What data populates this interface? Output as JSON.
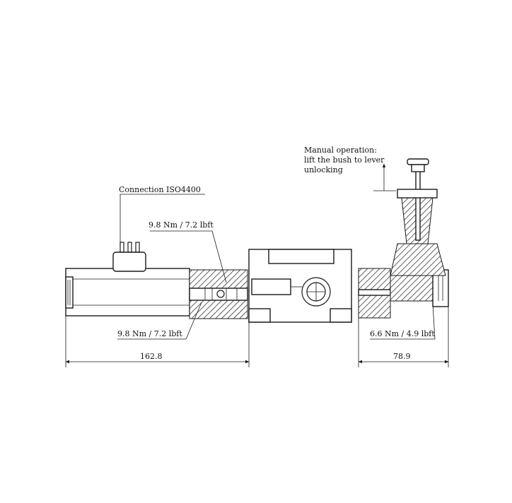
{
  "labels": {
    "connection": "Connection ISO4400",
    "torque_top": "9.8 Nm / 7.2 lbft",
    "torque_bottom": "9.8 Nm / 7.2 lbft",
    "torque_right": "6.6 Nm / 4.9 lbft",
    "manual_line1": "Manual operation:",
    "manual_line2": "lift the bush to lever",
    "manual_line3": "unlocking"
  },
  "dimensions": {
    "left_length": "162.8",
    "right_length": "78.9"
  }
}
